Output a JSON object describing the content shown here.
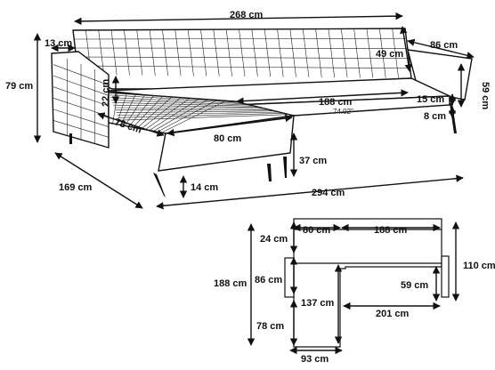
{
  "colors": {
    "ink": "#111111",
    "paper": "#ffffff",
    "sofa_fill": "#ffffff"
  },
  "perspective_view": {
    "dimensions": {
      "overall_length": "268 cm",
      "arm_width": "13 cm",
      "back_depth_right": "86 cm",
      "back_height_right": "49 cm",
      "total_height": "79 cm",
      "armrest_height": "22 cm",
      "seat_length": "188 cm",
      "seat_length_inches": "74.02\"",
      "right_height": "59 cm",
      "seat_cushion": "15 cm",
      "seat_gap": "8 cm",
      "chaise_depth": "78 cm",
      "chaise_width": "80 cm",
      "seat_height": "37 cm",
      "leg_height": "14 cm",
      "total_depth": "169 cm",
      "total_length": "294 cm"
    }
  },
  "top_view": {
    "dimensions": {
      "chaise_top_width": "80 cm",
      "main_seat_width": "188 cm",
      "arm_depth": "24 cm",
      "total_depth": "110 cm",
      "left_height": "188 cm",
      "left_section": "86 cm",
      "chaise_inner": "137 cm",
      "right_seat": "59 cm",
      "chaise_bottom": "78 cm",
      "main_length": "201 cm",
      "bottom_width": "93 cm"
    }
  }
}
